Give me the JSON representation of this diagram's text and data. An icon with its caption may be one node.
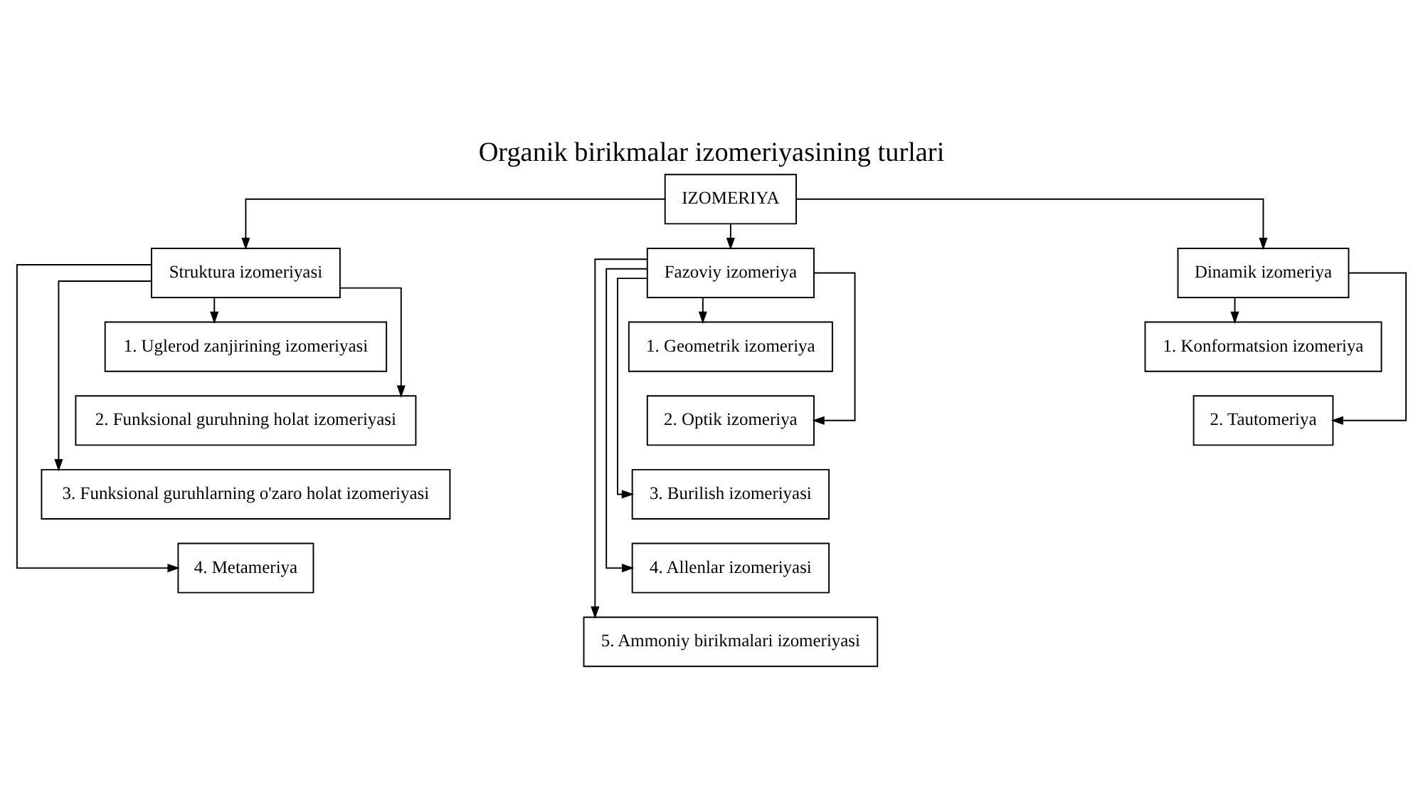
{
  "diagram": {
    "title": "Organik birikmalar izomeriyasining turlari",
    "nodes": [
      {
        "text": [
          "IZOMERIYA"
        ]
      },
      {
        "text": [
          "Struktura izomeriyasi"
        ]
      },
      {
        "text": [
          "Fazoviy izomeriya"
        ]
      },
      {
        "text": [
          "Dinamik izomeriya"
        ]
      },
      {
        "text": [
          "1. Uglerod zanjirining izomeriyasi"
        ]
      },
      {
        "text": [
          "2. Funksional guruhning holat izomeriyasi"
        ]
      },
      {
        "text": [
          "3. Funksional guruhlarning o'zaro holat izomeriyasi"
        ]
      },
      {
        "text": [
          "4. Metameriya"
        ]
      },
      {
        "text": [
          "1. Geometrik izomeriya"
        ]
      },
      {
        "text": [
          "2. Optik izomeriya"
        ]
      },
      {
        "text": [
          "3. Burilish izomeriyasi"
        ]
      },
      {
        "text": [
          "4. Allenlar izomeriyasi"
        ]
      },
      {
        "text": [
          "5. Ammoniy birikmalari izomeriyasi"
        ]
      },
      {
        "text": [
          "1. Konformatsion izomeriya"
        ]
      },
      {
        "text": [
          "2. Tautomeriya"
        ]
      }
    ],
    "edges": [
      {
        "from": 0,
        "to": 1,
        "arrow": "to"
      },
      {
        "from": 0,
        "to": 2,
        "arrow": "to"
      },
      {
        "from": 0,
        "to": 3,
        "arrow": "to"
      },
      {
        "from": 1,
        "to": 4,
        "arrow": "to"
      },
      {
        "from": 1,
        "to": 5,
        "arrow": "to"
      },
      {
        "from": 1,
        "to": 6,
        "arrow": "to"
      },
      {
        "from": 1,
        "to": 7,
        "arrow": "to"
      },
      {
        "from": 2,
        "to": 8,
        "arrow": "to"
      },
      {
        "from": 2,
        "to": 9,
        "arrow": "to"
      },
      {
        "from": 2,
        "to": 10,
        "arrow": "to"
      },
      {
        "from": 2,
        "to": 11,
        "arrow": "to"
      },
      {
        "from": 2,
        "to": 12,
        "arrow": "to"
      },
      {
        "from": 3,
        "to": 13,
        "arrow": "to"
      },
      {
        "from": 3,
        "to": 14,
        "arrow": "to"
      }
    ]
  }
}
